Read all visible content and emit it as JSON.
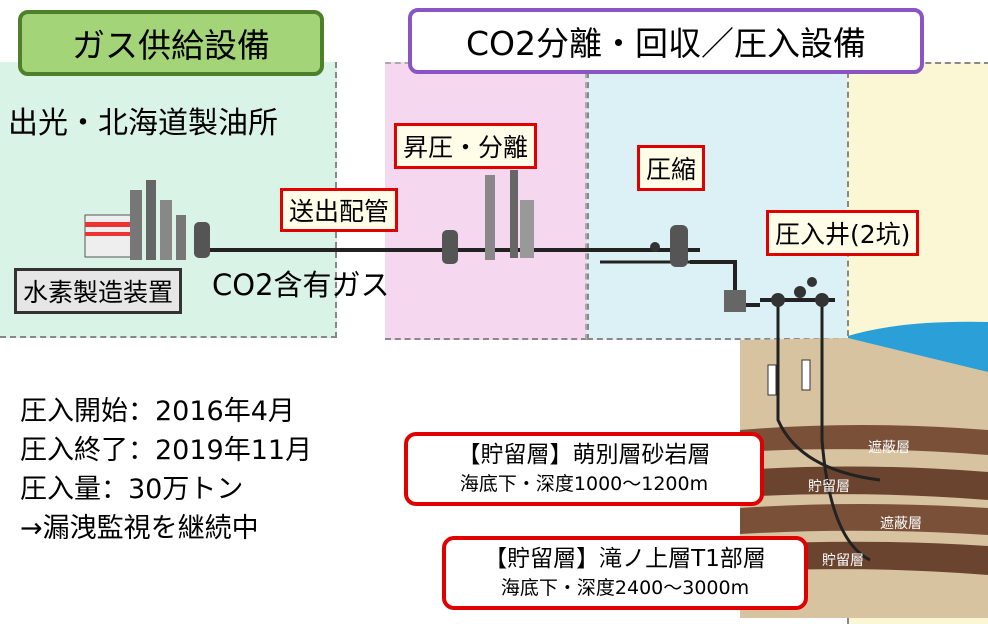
{
  "headers": {
    "gas_supply": "ガス供給設備",
    "co2_facility": "CO2分離・回収／圧入設備"
  },
  "labels": {
    "refinery": "出光・北海道製油所",
    "hydrogen_unit": "水素製造装置",
    "co2_gas": "CO2含有ガス",
    "pipeline": "送出配管",
    "boost_separate": "昇圧・分離",
    "compression": "圧縮",
    "injection_well": "圧入井(2坑)"
  },
  "strata": {
    "seal1": "遮蔽層",
    "reservoir1": "貯留層",
    "seal2": "遮蔽層",
    "reservoir2": "貯留層"
  },
  "reservoirs": [
    {
      "title": "【貯留層】萌別層砂岩層",
      "depth": "海底下・深度1000～1200m"
    },
    {
      "title": "【貯留層】滝ノ上層T1部層",
      "depth": "海底下・深度2400～3000m"
    }
  ],
  "stats": {
    "start": "圧入開始：2016年4月",
    "end": "圧入終了：2019年11月",
    "amount": "圧入量：30万トン",
    "monitoring": "→漏洩監視を継続中"
  },
  "colors": {
    "green_zone": "#d9f3e6",
    "pink_zone": "#f6d7f0",
    "blue_zone": "#dcf1f6",
    "yellow_zone": "#fbf6d4",
    "label_border": "#e00000",
    "header_green": "#a3d477",
    "header_purple_border": "#8a55c3"
  }
}
